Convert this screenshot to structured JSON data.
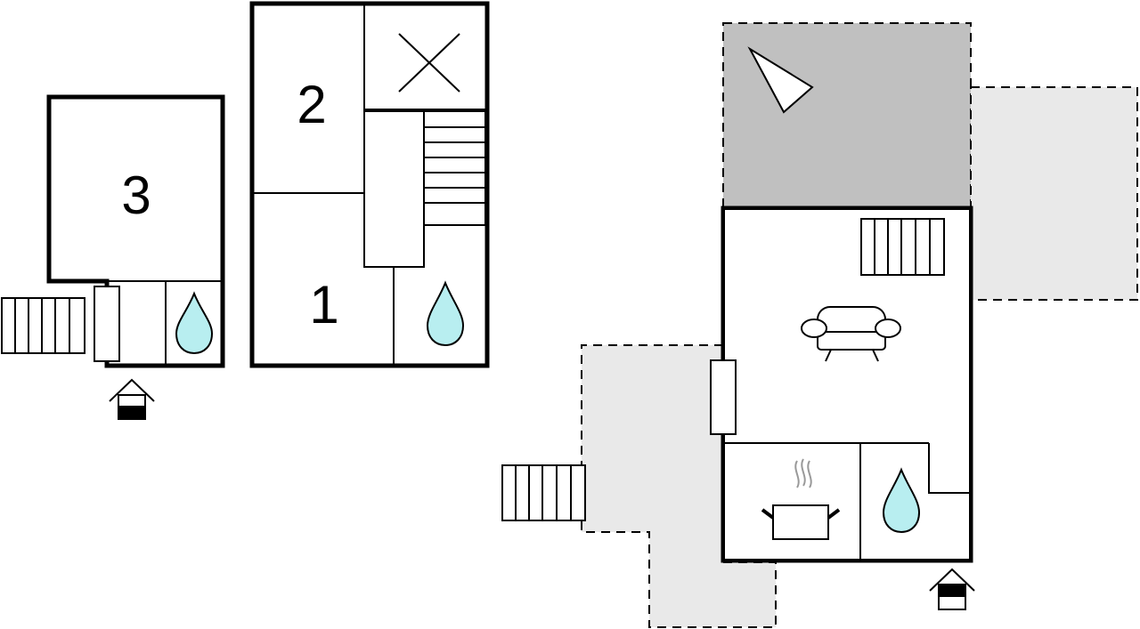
{
  "rooms": {
    "room_1": "1",
    "room_2": "2",
    "room_3": "3"
  },
  "colors": {
    "bathroom_drop": "#b8eef0",
    "terrace_dark": "#c0c0c0",
    "terrace_light": "#e9e9e9",
    "walls": "#000000"
  },
  "icons": [
    "bathroom-drop-icon",
    "entrance-icon",
    "stairs-icon",
    "sofa-icon",
    "kitchen-pot-icon",
    "tv-icon",
    "closet-icon",
    "void-cross-icon"
  ]
}
